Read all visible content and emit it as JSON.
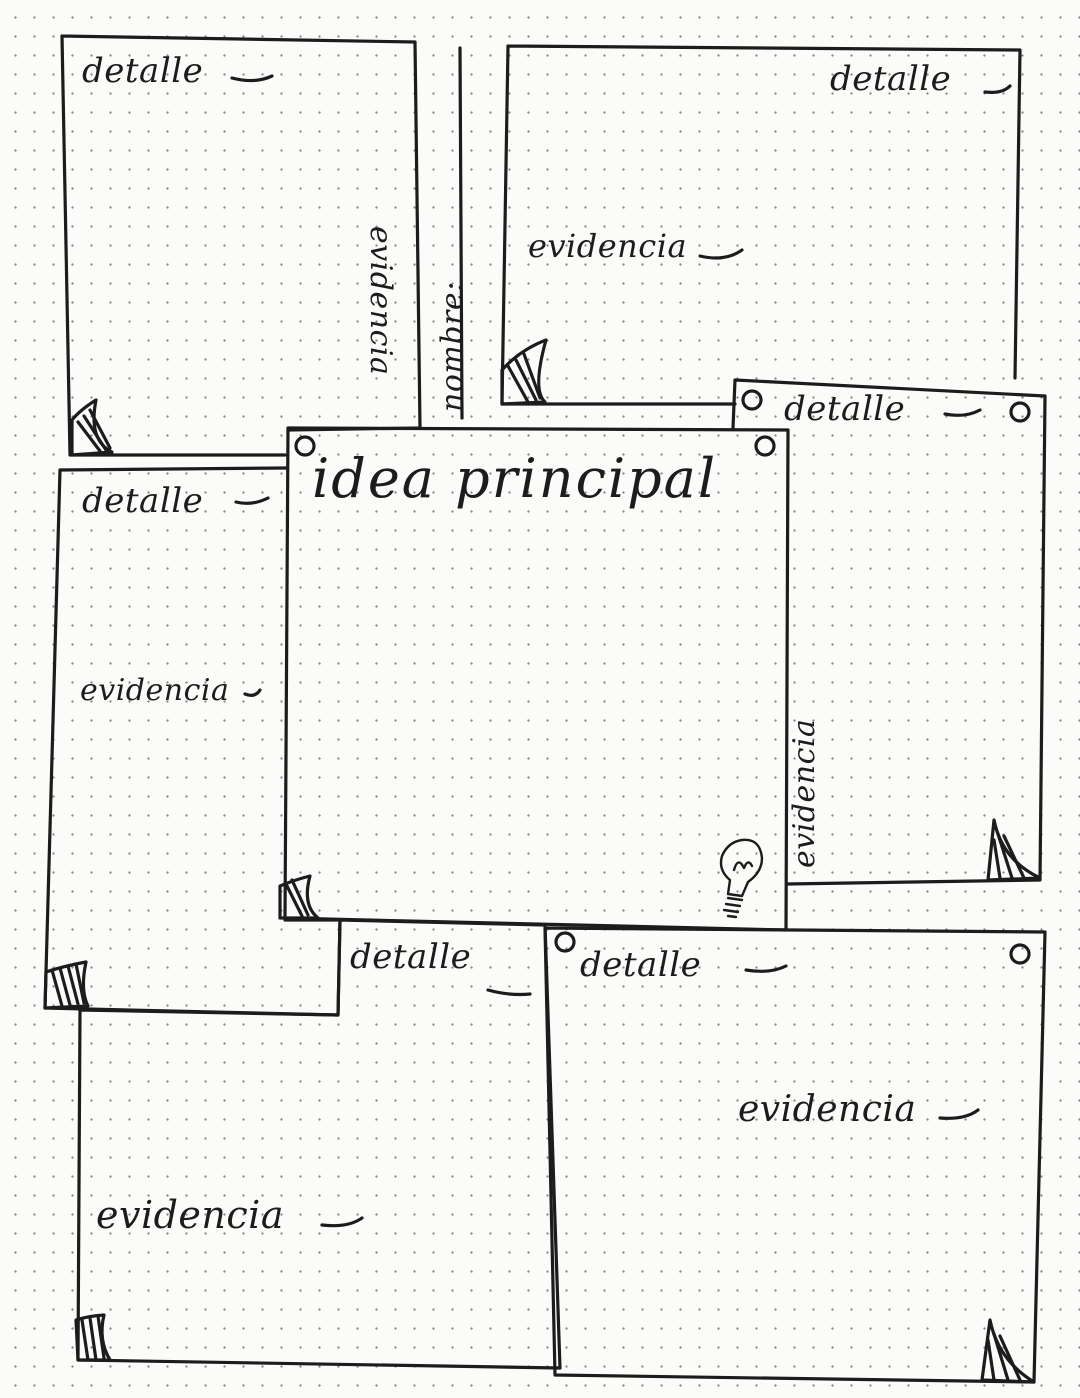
{
  "worksheet": {
    "main_idea": "idea principal",
    "name_label": "nombre:",
    "boxes": {
      "top_left": {
        "detail": "detalle",
        "evidence": "evidencia"
      },
      "top_right": {
        "detail": "detalle",
        "evidence": "evidencia"
      },
      "mid_left": {
        "detail": "detalle",
        "evidence": "evidencia"
      },
      "mid_right": {
        "detail": "detalle",
        "evidence": "evidencia"
      },
      "bottom_left": {
        "detail": "detalle",
        "evidence": "evidencia"
      },
      "bottom_right": {
        "detail": "detalle",
        "evidence": "evidencia"
      }
    }
  },
  "icons": [
    "pin-icon",
    "lightbulb-icon",
    "curled-corner-icon"
  ],
  "colors": {
    "ink": "#1c1c1c",
    "paper": "#fbfbf9",
    "dots": "#8a8a8a"
  }
}
